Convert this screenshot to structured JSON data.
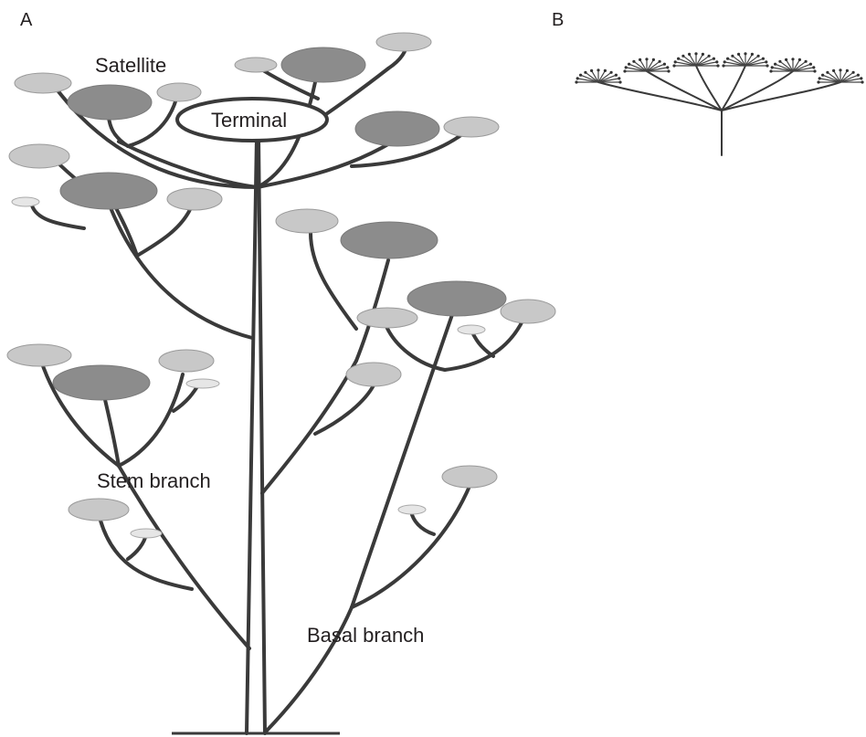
{
  "panels": {
    "a": "A",
    "b": "B"
  },
  "labels": {
    "satellite": "Satellite",
    "terminal": "Terminal",
    "stem_branch": "Stem branch",
    "basal_branch": "Basal branch"
  },
  "colors": {
    "stem": "#3a3a3a",
    "umbel_primary": "#8c8c8c",
    "umbel_secondary": "#c8c8c8",
    "umbel_tertiary": "#e6e6e6",
    "umbel_outline": "#9a9a9a"
  }
}
